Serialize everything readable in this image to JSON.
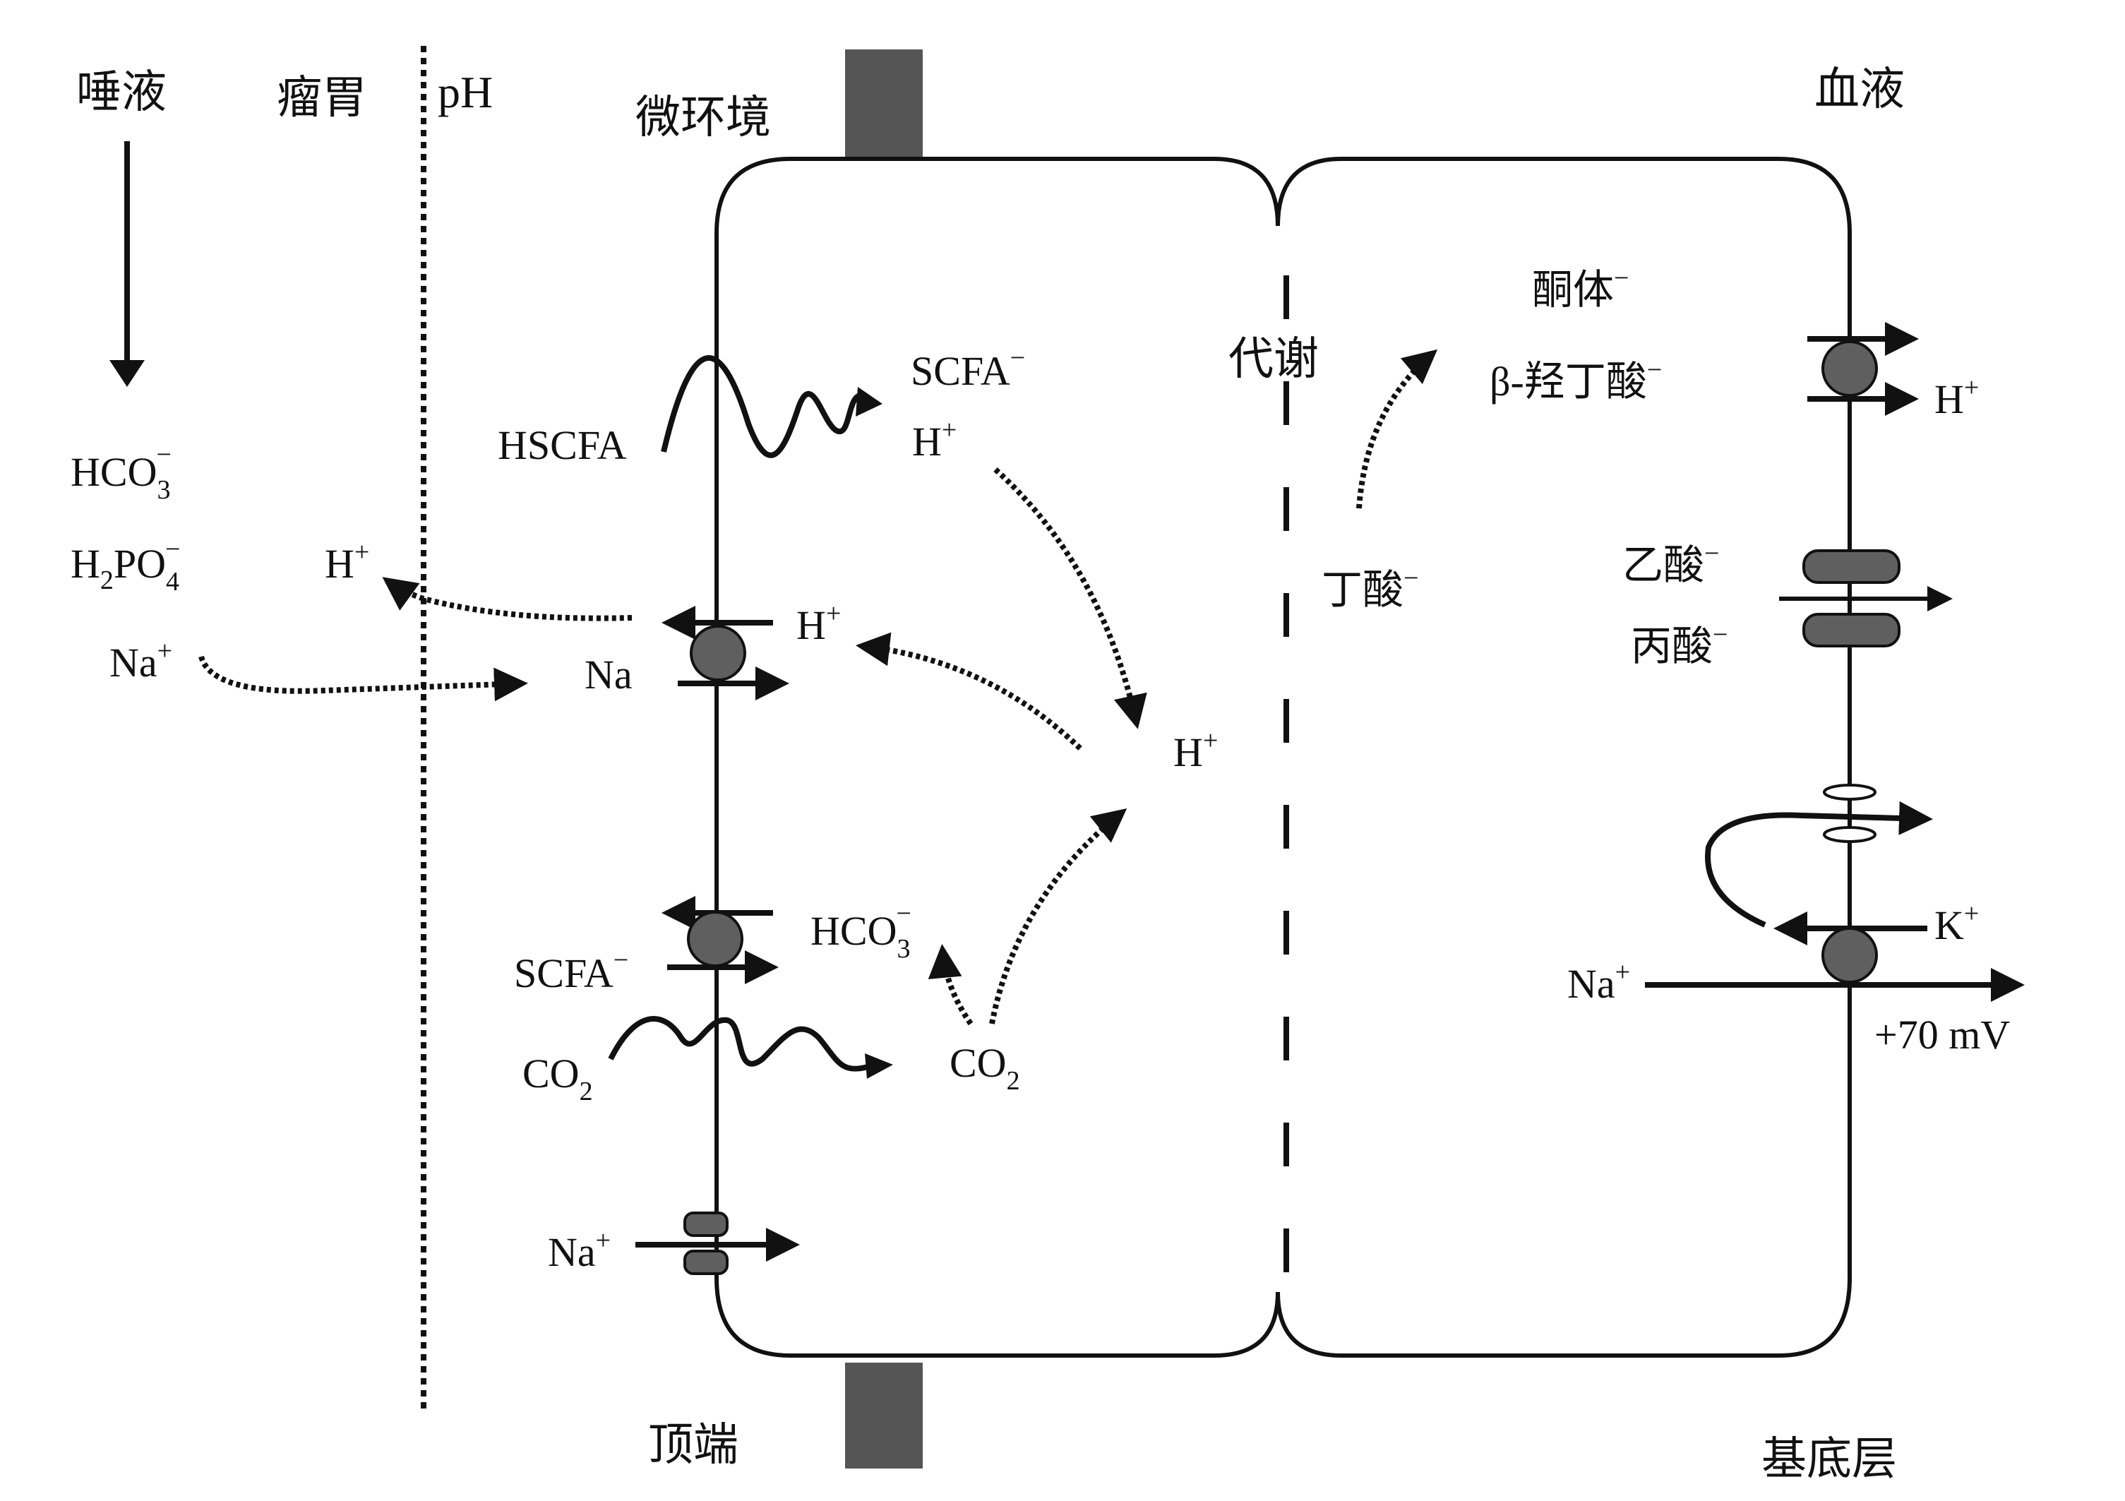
{
  "labels": {
    "saliva": "唾液",
    "rumen": "瘤胃",
    "ph": "pH",
    "microenv": "微环境",
    "blood": "血液",
    "apical": "顶端",
    "basal": "基底层",
    "metabolism": "代谢"
  },
  "ions_left": {
    "hco3": {
      "base": "HCO",
      "sub": "3",
      "sup": "−"
    },
    "h2po4": {
      "pre": "H",
      "sub1": "2",
      "mid": "PO",
      "sub2": "4",
      "sup": "−"
    },
    "h": {
      "base": "H",
      "sup": "+"
    },
    "na": {
      "base": "Na",
      "sup": "+"
    }
  },
  "apical_side": {
    "hscfa": "HSCFA",
    "scfa_out": {
      "base": "SCFA",
      "sup": "−"
    },
    "h_out": {
      "base": "H",
      "sup": "+"
    },
    "na_exchanger": "Na",
    "h_exchanger": {
      "base": "H",
      "sup": "+"
    },
    "scfa_in": {
      "base": "SCFA",
      "sup": "−"
    },
    "hco3_in": {
      "base": "HCO",
      "sub": "3",
      "sup": "−"
    },
    "co2_out": {
      "base": "CO",
      "sub": "2"
    },
    "co2_in": {
      "base": "CO",
      "sub": "2"
    },
    "na_channel": {
      "base": "Na",
      "sup": "+"
    },
    "h_center": {
      "base": "H",
      "sup": "+"
    }
  },
  "basal_side": {
    "ketone": {
      "base": "酮体",
      "sup": "−"
    },
    "bhb": {
      "base": "β-羟丁酸",
      "sup": "−"
    },
    "h": {
      "base": "H",
      "sup": "+"
    },
    "butyrate": {
      "base": "丁酸",
      "sup": "−"
    },
    "acetate": {
      "base": "乙酸",
      "sup": "−"
    },
    "propionate": {
      "base": "丙酸",
      "sup": "−"
    },
    "k": {
      "base": "K",
      "sup": "+"
    },
    "na": {
      "base": "Na",
      "sup": "+"
    },
    "potential": "+70 mV"
  },
  "colors": {
    "stroke": "#111111",
    "transporter": "#5f5f5f",
    "junction": "#555555",
    "background": "#ffffff"
  }
}
